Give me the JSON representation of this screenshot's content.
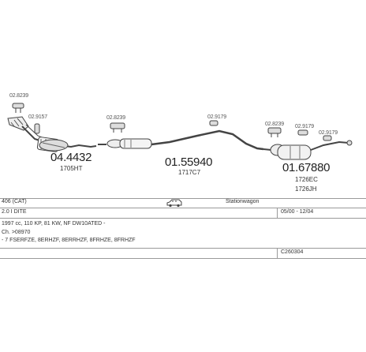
{
  "parts": {
    "clamps": {
      "front_top": "02.8239",
      "front_side": "02.9157",
      "front_mid": "02.8239",
      "mid_pipe": "02.9179",
      "rear_a": "02.8239",
      "rear_b": "02.9179",
      "rear_c": "02.9179"
    },
    "front": {
      "number": "04.4432",
      "oem": "1705HT"
    },
    "middle": {
      "number": "01.55940",
      "oem": "1717C7"
    },
    "rear": {
      "number": "01.67880",
      "oem": [
        "1726EC",
        "1726JH"
      ]
    }
  },
  "info": {
    "model": "406 (CAT)",
    "body": "Stationwagon",
    "engine": "2.0 I DITE",
    "period": "05/00 - 12/04",
    "specs": "1997 cc, 110 KP, 81 KW, NF DW10ATED -",
    "chassis": "Ch. >08970",
    "codes": "- 7 FSERFZE, 8ERHZF, 8ERRHZF, 8FRHZE, 8FRHZF",
    "catalog": "C260304"
  },
  "colors": {
    "lines": "#9a9a9a",
    "parts": "#444444"
  },
  "icons": [
    "car-body-icon"
  ]
}
